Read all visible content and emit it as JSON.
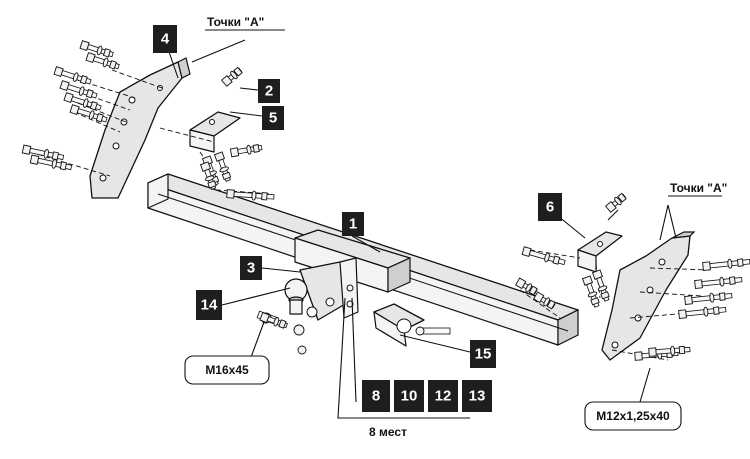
{
  "labels": {
    "points_a_left": "Точки \"А\"",
    "points_a_right": "Точки \"А\"",
    "bolt_m16": "M16x45",
    "bolt_m12": "M12x1,25x40",
    "places": "8 мест"
  },
  "badges": {
    "b1": "1",
    "b2": "2",
    "b3": "3",
    "b4": "4",
    "b5": "5",
    "b6": "6",
    "b8": "8",
    "b10": "10",
    "b12": "12",
    "b13": "13",
    "b14": "14",
    "b15": "15"
  },
  "colors": {
    "badge": "#1e1e1e",
    "line": "#111111",
    "part_fill": "#e6e6e6"
  }
}
